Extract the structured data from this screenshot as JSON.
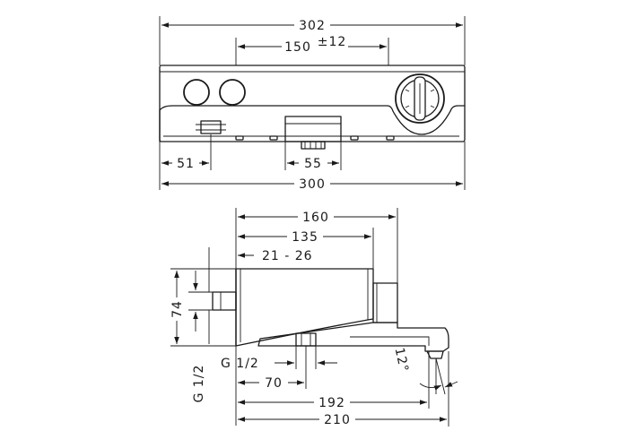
{
  "front_view": {
    "dim_overall_top": "302",
    "dim_spacing": "150",
    "dim_spacing_tol": "±12",
    "dim_left_offset": "51",
    "dim_outlet_width": "55",
    "dim_overall_bottom": "300"
  },
  "side_view": {
    "dim_depth_max": "160",
    "dim_depth_body": "135",
    "dim_wall_range": "21 - 26",
    "dim_height": "74",
    "dim_thread_horizontal": "G 1/2",
    "dim_thread_vertical": "G 1/2",
    "dim_inlet": "70",
    "dim_spout_depth": "192",
    "dim_total_depth": "210",
    "dim_angle": "12°"
  }
}
